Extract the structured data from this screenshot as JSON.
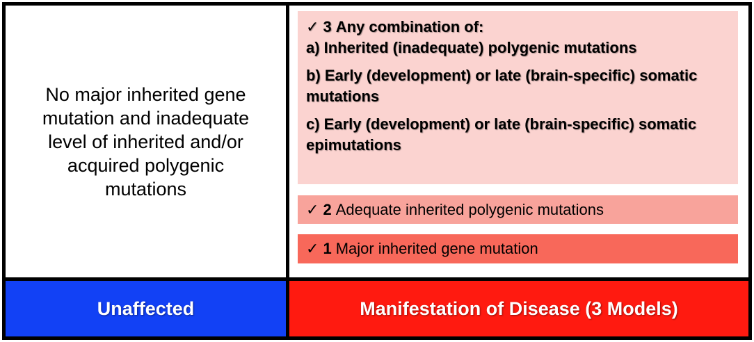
{
  "left_panel": {
    "description": "No major inherited gene mutation and inadequate level of inherited and/or acquired polygenic mutations",
    "footer_label": "Unaffected",
    "footer_color": "#1241f5"
  },
  "right_panel": {
    "footer_label": "Manifestation of Disease (3 Models)",
    "footer_color": "#ff1a10",
    "models": [
      {
        "check": "✓",
        "number": "3",
        "title": "Any combination of:",
        "items": [
          "a) Inherited (inadequate) polygenic mutations",
          "b) Early (development) or late (brain-specific) somatic mutations",
          "c) Early (development) or late (brain-specific) somatic epimutations"
        ],
        "color": "#fbd3d0"
      },
      {
        "check": "✓",
        "number": "2",
        "title": "Adequate inherited polygenic mutations",
        "color": "#f8a39b"
      },
      {
        "check": "✓",
        "number": "1",
        "title": "Major inherited gene mutation",
        "color": "#f8685a"
      }
    ]
  }
}
